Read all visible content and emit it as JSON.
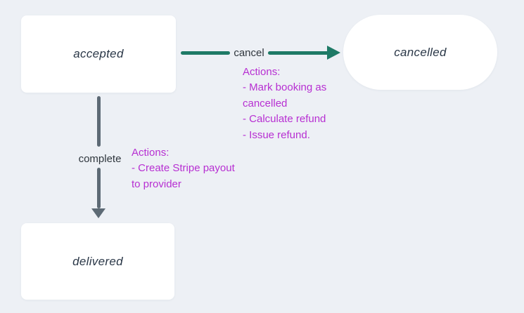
{
  "diagram": {
    "background_color": "#edf0f5",
    "node_fill_color": "#ffffff",
    "node_text_color": "#2a3747",
    "cancel_edge_color": "#1e7a66",
    "complete_edge_color": "#5d6a75",
    "actions_text_color": "#b72fd2",
    "edge_label_color": "#2f363d"
  },
  "nodes": {
    "accepted": {
      "label": "accepted"
    },
    "cancelled": {
      "label": "cancelled"
    },
    "delivered": {
      "label": "delivered"
    }
  },
  "edges": {
    "cancel": {
      "label": "cancel"
    },
    "complete": {
      "label": "complete"
    }
  },
  "notes": {
    "cancel_actions": {
      "title": "Actions:",
      "line1": "- Mark booking as",
      "line2": "cancelled",
      "line3": "- Calculate refund",
      "line4": "- Issue refund."
    },
    "complete_actions": {
      "title": "Actions:",
      "line1": "- Create Stripe payout",
      "line2": "to provider"
    }
  }
}
